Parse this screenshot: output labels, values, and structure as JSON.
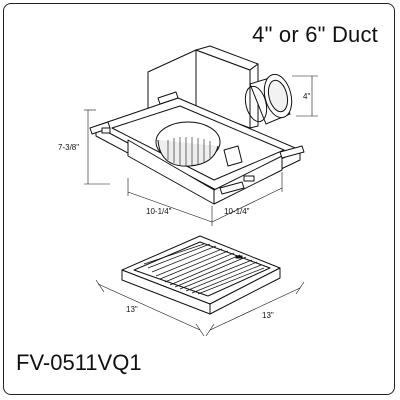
{
  "duct_label": "4\" or 6\" Duct",
  "model_number": "FV-0511VQ1",
  "dimensions": {
    "duct_diameter": "4\"",
    "housing_height": "7-3/8\"",
    "housing_width_left": "10-1/4\"",
    "housing_width_right": "10-1/4\"",
    "grille_left": "13\"",
    "grille_right": "13\""
  }
}
